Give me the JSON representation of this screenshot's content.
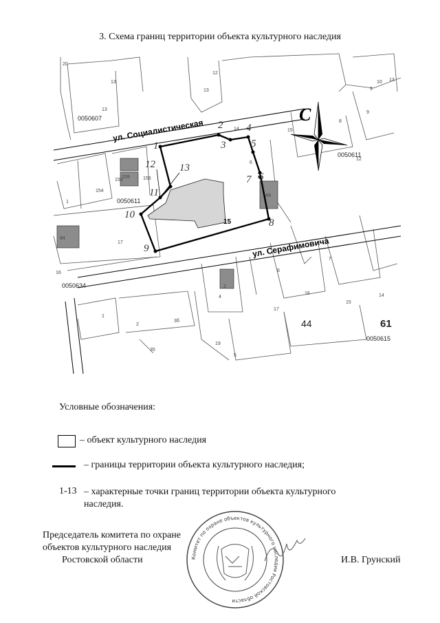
{
  "title": "3. Схема границ территории объекта культурного наследия",
  "map": {
    "streets": [
      "ул. Социалистическая",
      "ул. Серафимовича"
    ],
    "compass": "C",
    "points": [
      "1",
      "2",
      "3",
      "4",
      "5",
      "6",
      "7",
      "8",
      "9",
      "10",
      "11",
      "12",
      "13"
    ],
    "object_parcel": "15",
    "cadastral": [
      "0050607",
      "0050611",
      "0050611",
      "0050634",
      "0050615"
    ],
    "parcel_labels": [
      "20",
      "13",
      "13",
      "12",
      "13",
      "10",
      "9",
      "9",
      "13",
      "12",
      "14",
      "8",
      "15",
      "6",
      "154",
      "153",
      "156",
      "159",
      "1",
      "17",
      "84",
      "49",
      "16",
      "4",
      "6",
      "7",
      "15",
      "14",
      "16",
      "1",
      "2",
      "3б",
      "17",
      "19",
      "44",
      "61",
      "35",
      "2",
      "5"
    ],
    "colors": {
      "building": "#8c8c8c",
      "object": "#d6d6d6",
      "boundary": "#000000"
    }
  },
  "legend": {
    "heading": "Условные обозначения:",
    "items": [
      {
        "text": "– объект культурного наследия"
      },
      {
        "text": "– границы территории объекта культурного наследия;"
      },
      {
        "key": "1-13",
        "text": "– характерные точки границ территории объекта культурного наследия."
      }
    ]
  },
  "signature_block": {
    "position_line1": "Председатель комитета по охране",
    "position_line2": "объектов культурного наследия",
    "position_line3": "Ростовской области",
    "name": "И.В. Грунский",
    "stamp_text": "Комитет по охране объектов культурного наследия Ростовской области"
  }
}
